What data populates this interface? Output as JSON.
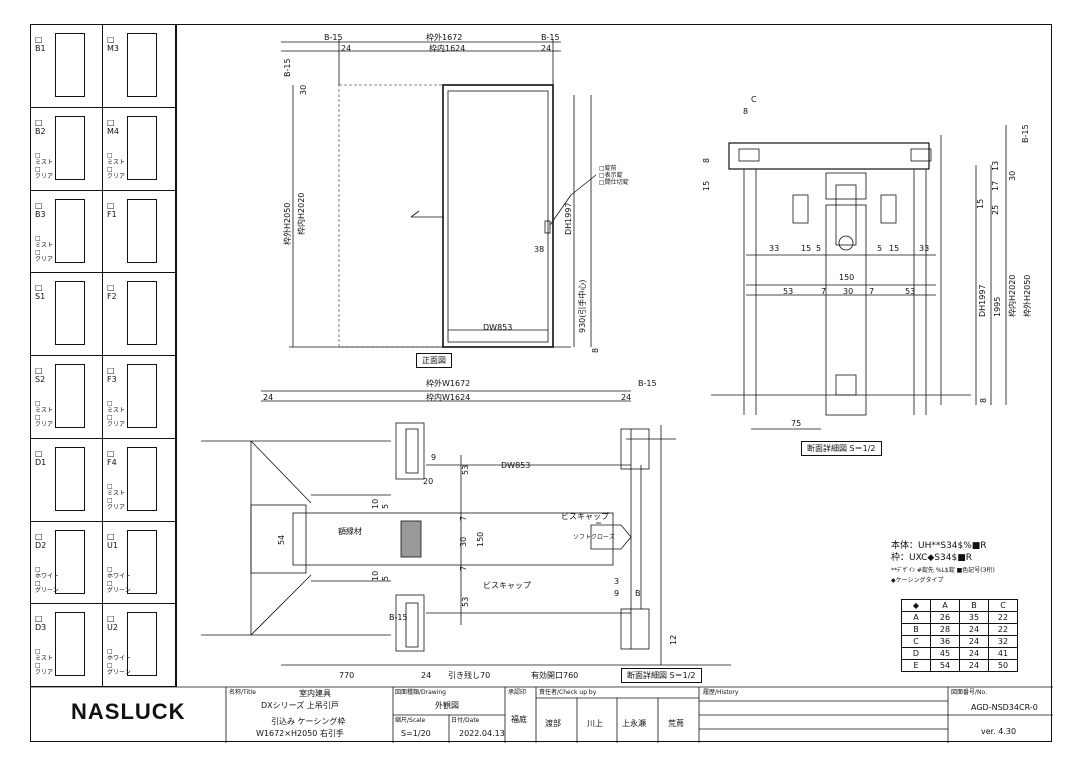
{
  "door_types": [
    {
      "code": "B1",
      "opts": []
    },
    {
      "code": "M3",
      "opts": []
    },
    {
      "code": "B2",
      "opts": [
        "ミスト",
        "クリア"
      ]
    },
    {
      "code": "M4",
      "opts": [
        "ミスト",
        "クリア"
      ]
    },
    {
      "code": "B3",
      "opts": [
        "ミスト",
        "クリア"
      ]
    },
    {
      "code": "F1",
      "opts": []
    },
    {
      "code": "S1",
      "opts": []
    },
    {
      "code": "F2",
      "opts": []
    },
    {
      "code": "S2",
      "opts": [
        "ミスト",
        "クリア"
      ]
    },
    {
      "code": "F3",
      "opts": [
        "ミスト",
        "クリア"
      ]
    },
    {
      "code": "D1",
      "opts": []
    },
    {
      "code": "F4",
      "opts": [
        "ミスト",
        "クリア"
      ]
    },
    {
      "code": "D2",
      "opts": [
        "ホワイト",
        "グリーン"
      ]
    },
    {
      "code": "U1",
      "opts": [
        "ホワイト",
        "グリーン"
      ]
    },
    {
      "code": "D3",
      "opts": [
        "ミスト",
        "クリア"
      ]
    },
    {
      "code": "U2",
      "opts": [
        "ホワイト",
        "グリーン"
      ]
    }
  ],
  "front": {
    "b15_left": "B-15",
    "b15_right": "B-15",
    "outer_w": "枠外1672",
    "inner_w": "枠内1624",
    "d24a": "24",
    "d24b": "24",
    "b15_side": "B-15",
    "d30": "30",
    "outer_h": "枠外H2050",
    "inner_h": "枠内H2020",
    "dh": "DH1997",
    "d38": "38",
    "handle_h": "930(引手中心)",
    "dw": "DW853",
    "d8": "8",
    "notes": [
      "□錠前",
      "□表示錠",
      "□間仕切錠"
    ],
    "label": "正面図"
  },
  "plan": {
    "outer_w": "枠外W1672",
    "inner_w": "枠内W1624",
    "d24a": "24",
    "d24b": "24",
    "b15": "B-15",
    "d9": "9",
    "d20": "20",
    "d53a": "53",
    "dw": "DW853",
    "d10a": "10",
    "d5a": "5",
    "d7a": "7",
    "d54": "54",
    "filler": "額縁材",
    "d30": "30",
    "d150": "150",
    "screw_cap": "ビスキャップ",
    "softclose": "ソフトクローズ",
    "d10b": "10",
    "d5b": "5",
    "d7b": "7",
    "screw_cap2": "ビスキャップ",
    "d3": "3",
    "d9b": "9",
    "dB": "B",
    "d53b": "53",
    "b15b": "B-15",
    "d12": "12",
    "bottom_770": "770",
    "bottom_24": "24",
    "bottom_pull": "引き残し70",
    "bottom_eff": "有効開口760",
    "label": "断面詳細図 S＝1/2"
  },
  "section": {
    "c": "C",
    "d8": "8",
    "b15": "B-15",
    "d8b": "8",
    "d15": "15",
    "d13": "13",
    "d17": "17",
    "d30": "30",
    "d15b": "15",
    "d25": "25",
    "d33a": "33",
    "d15c": "15",
    "d5a": "5",
    "d5b": "5",
    "d15d": "15",
    "d33b": "33",
    "d150": "150",
    "d53a": "53",
    "d7a": "7",
    "d30b": "30",
    "d7b": "7",
    "d53b": "53",
    "dh": "DH1997",
    "d1995": "1995",
    "inner_h": "枠内H2020",
    "outer_h": "枠外H2050",
    "d75": "75",
    "d8c": "8",
    "label": "断面詳細図 S＝1/2"
  },
  "spec": {
    "body": "本体：UH**S34$%■R",
    "frame": "枠：UXC◆S34$■R",
    "note": "**ﾃﾞｻﾞｲﾝ  #錠先  %L$錠  ■色記号(3桁)",
    "casing": "◆ケーシングタイプ",
    "headers": [
      "◆",
      "A",
      "B",
      "C"
    ],
    "rows": [
      [
        "A",
        "26",
        "35",
        "22"
      ],
      [
        "B",
        "28",
        "24",
        "22"
      ],
      [
        "C",
        "36",
        "24",
        "32"
      ],
      [
        "D",
        "45",
        "24",
        "41"
      ],
      [
        "E",
        "54",
        "24",
        "50"
      ]
    ]
  },
  "titleblock": {
    "logo": "NASLUCK",
    "title_label": "名称/Title",
    "title1": "室内建具",
    "title2": "DXシリーズ 上吊引戸",
    "title3": "引込み ケーシング枠",
    "title4": "W1672×H2050 右引手",
    "drawing_label": "図面種類/Drawing",
    "drawing": "外観図",
    "scale_label": "縮尺/Scale",
    "scale": "S=1/20",
    "date_label": "日付/Date",
    "date": "2022.04.13",
    "dept_label": "承認印",
    "dept": "福庭",
    "check_label": "責任者/Check up by",
    "checkers": [
      "渡部",
      "川上",
      "上永瀬",
      "荒蔦"
    ],
    "history_label": "履歴/History",
    "drawing_no_label": "図面番号/No.",
    "drawing_no": "AGD-NSD34CR-0",
    "version": "ver. 4.30"
  }
}
